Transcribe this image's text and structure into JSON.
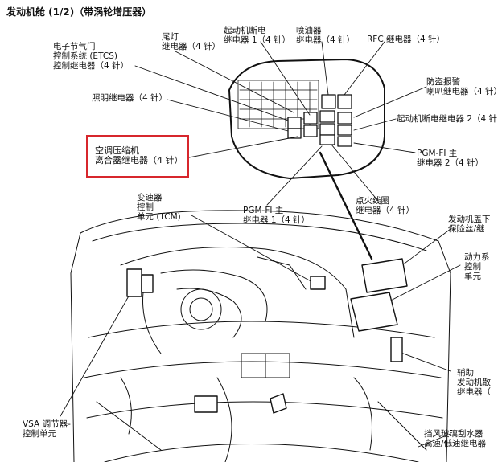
{
  "title": "发动机舱 (1/2)（带涡轮增压器）",
  "labels": {
    "etcs": [
      "电子节气门",
      "控制系统 (ETCS)",
      "控制继电器（4 针）"
    ],
    "taillight": [
      "尾灯",
      "继电器（4 针）"
    ],
    "starter_cut1": [
      "起动机断电",
      "继电器 1（4 针）"
    ],
    "injector": [
      "喷油器",
      "继电器（4 针）"
    ],
    "rfc": [
      "RFC 继电器（4 针）"
    ],
    "alarm": [
      "防盗报警",
      "喇叭继电器（4 针）"
    ],
    "lighting": [
      "照明继电器（4 针）"
    ],
    "starter_cut2": [
      "起动机断电继电器 2（4 针"
    ],
    "ac_clutch": [
      "空调压缩机",
      "离合器继电器（4 针）"
    ],
    "pgmfi_main2": [
      "PGM-FI 主",
      "继电器 2（4 针）"
    ],
    "pgmfi_main1": [
      "PGM-FI 主",
      "继电器 1（4 针）"
    ],
    "ignition_coil": [
      "点火线圈",
      "继电器（4 针）"
    ],
    "tcm": [
      "变速器",
      "控制",
      "单元 (TCM)"
    ],
    "hood_fuse": [
      "发动机盖下",
      "保险丝/继"
    ],
    "powertrain": [
      "动力系",
      "控制",
      "单元"
    ],
    "aux_fan": [
      "辅助",
      "发动机散",
      "继电器（"
    ],
    "vsa": [
      "VSA 调节器-",
      "控制单元"
    ],
    "wiper": [
      "挡风玻璃刮水器",
      "高速/低速继电器"
    ]
  },
  "colors": {
    "highlight": "#d7262c",
    "line": "#111111"
  }
}
